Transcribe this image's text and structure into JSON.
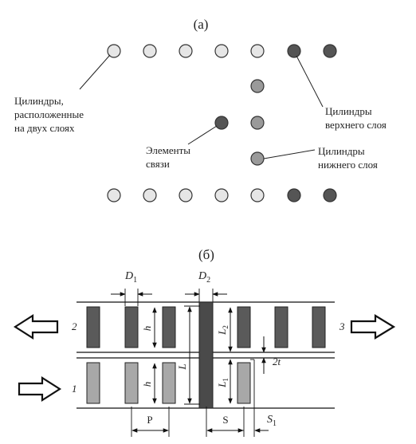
{
  "panel_a": {
    "label": "(a)",
    "annotations": {
      "both_layers": [
        "Цилиндры,",
        "расположенные",
        "на двух слоях"
      ],
      "upper_layer": [
        "Цилиндры",
        "верхнего слоя"
      ],
      "links": [
        "Элементы",
        "связи"
      ],
      "lower_layer": [
        "Цилиндры",
        "нижнего слоя"
      ]
    },
    "colors": {
      "light": "#e6e6e6",
      "dark": "#555555",
      "mid": "#9a9a9a",
      "stroke": "#333333"
    }
  },
  "panel_b": {
    "label": "(б)",
    "ports": [
      "1",
      "2",
      "3"
    ],
    "dimensions": {
      "D1": "D",
      "D1_sub": "1",
      "D2": "D",
      "D2_sub": "2",
      "h_top": "h",
      "h_bottom": "h",
      "L": "L",
      "L2": "L",
      "L2_sub": "2",
      "L1": "L",
      "L1_sub": "1",
      "gap": "2t",
      "P": "P",
      "S": "S",
      "S1": "S",
      "S1_sub": "1"
    },
    "colors": {
      "upper_rod": "#5a5a5a",
      "lower_rod": "#a8a8a8",
      "long_rod": "#4a4a4a",
      "line": "#111111"
    }
  }
}
